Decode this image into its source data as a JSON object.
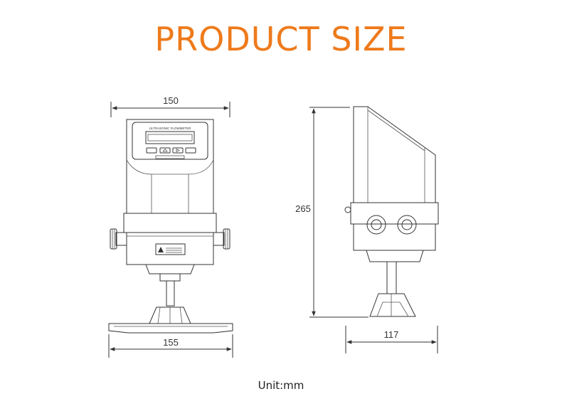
{
  "title": "PRODUCT SIZE",
  "front_view": {
    "width_top": "150",
    "width_bottom": "155",
    "panel_label": "ULTRASONIC FLOWMETER"
  },
  "side_view": {
    "height": "265",
    "width_bottom": "117"
  },
  "unit_label": "Unit:mm"
}
